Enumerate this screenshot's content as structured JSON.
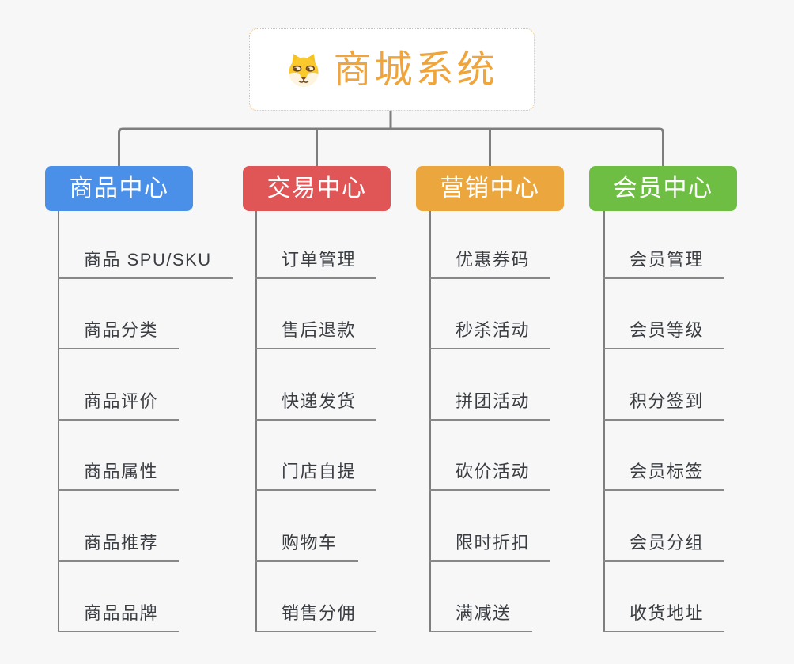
{
  "root": {
    "title": "商城系统",
    "icon": "shiba-dog-icon"
  },
  "branches": [
    {
      "label": "商品中心",
      "color": "#4a8fe8",
      "children": [
        "商品 SPU/SKU",
        "商品分类",
        "商品评价",
        "商品属性",
        "商品推荐",
        "商品品牌"
      ]
    },
    {
      "label": "交易中心",
      "color": "#e05556",
      "children": [
        "订单管理",
        "售后退款",
        "快递发货",
        "门店自提",
        "购物车",
        "销售分佣"
      ]
    },
    {
      "label": "营销中心",
      "color": "#eba73d",
      "children": [
        "优惠券码",
        "秒杀活动",
        "拼团活动",
        "砍价活动",
        "限时折扣",
        "满减送"
      ]
    },
    {
      "label": "会员中心",
      "color": "#6ebe44",
      "children": [
        "会员管理",
        "会员等级",
        "积分签到",
        "会员标签",
        "会员分组",
        "收货地址"
      ]
    }
  ],
  "colors": {
    "background": "#f7f7f7",
    "connector": "#7e7e7e",
    "underline": "#888888",
    "leaf_text": "#3a3d42",
    "root_text": "#efa53c",
    "root_border": "#f2bc66"
  }
}
